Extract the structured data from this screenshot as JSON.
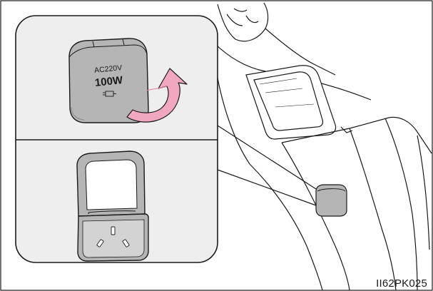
{
  "figure": {
    "outlet_cover_text": {
      "voltage": "AC220V",
      "wattage": "100W"
    },
    "image_code": "II62PK025"
  },
  "colors": {
    "line": "#1a1a1a",
    "panel_bg": "#eeeeee",
    "cover_fill": "#b5b5b5",
    "cover_dark": "#8c8c8c",
    "arrow_pink": "#f2a7c0",
    "arrow_pink_dark": "#e47ea3",
    "console_fill": "#ffffff"
  }
}
